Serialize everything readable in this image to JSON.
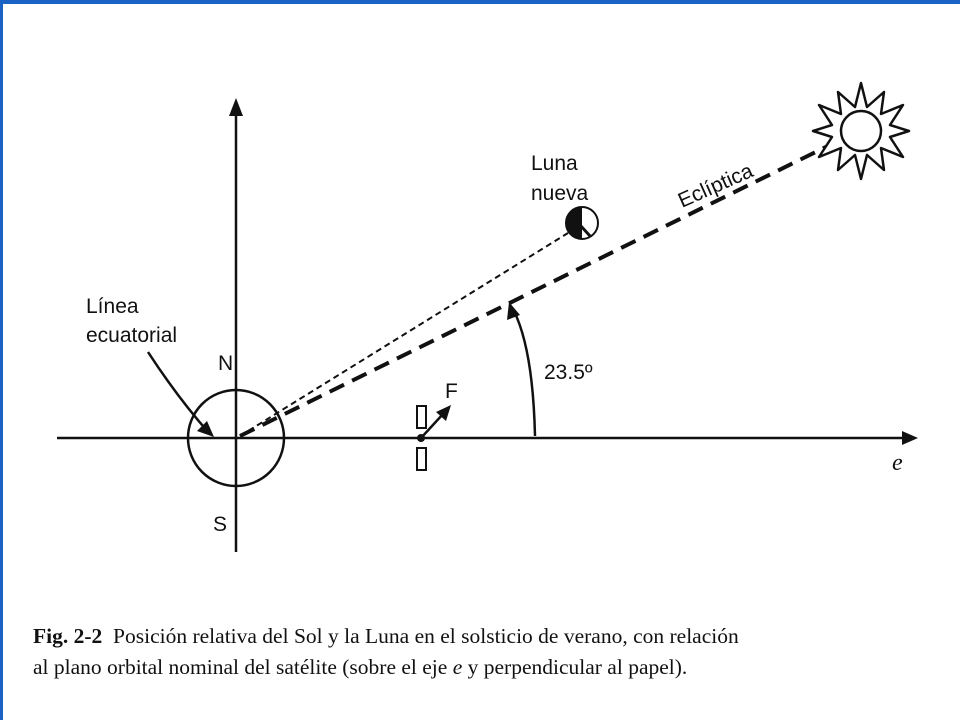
{
  "labels": {
    "equatorial_line": [
      "Línea",
      "ecuatorial"
    ],
    "north": "N",
    "south": "S",
    "new_moon": [
      "Luna",
      "nueva"
    ],
    "ecliptic": "Eclíptica",
    "angle": "23.5º",
    "force": "F",
    "axis": "e"
  },
  "caption": {
    "number": "Fig. 2-2",
    "line1": "Posición relativa del Sol y la Luna en el solsticio de verano, con relación",
    "line2_before": "al plano orbital nominal del satélite (sobre el eje",
    "line2_var": "e",
    "line2_after": "y perpendicular al papel)."
  }
}
